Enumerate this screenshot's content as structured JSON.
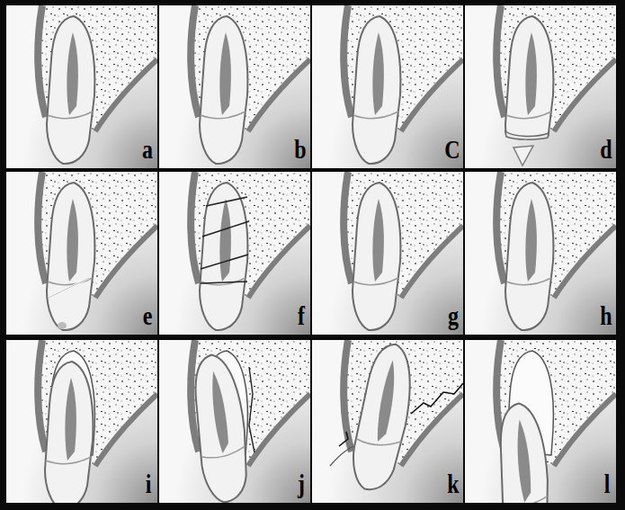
{
  "diagram": {
    "labels": [
      "a",
      "b",
      "C",
      "d",
      "e",
      "f",
      "g",
      "h",
      "i",
      "j",
      "k",
      "l"
    ]
  }
}
